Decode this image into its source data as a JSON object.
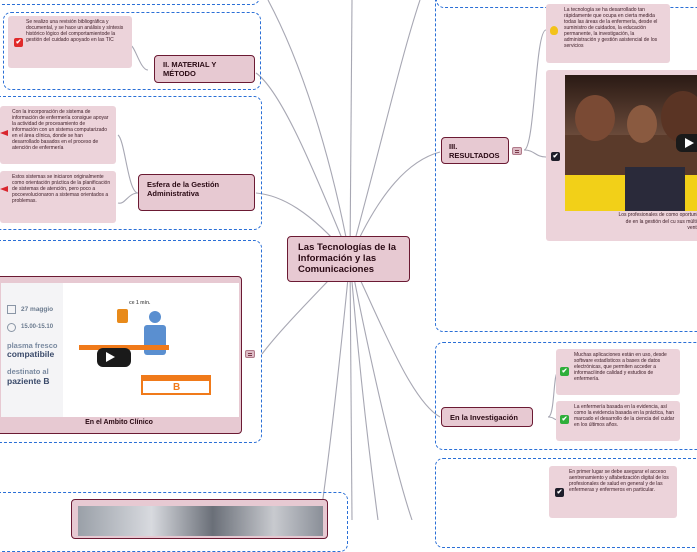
{
  "central": {
    "title": "Las Tecnologías de la Información y las Comunicaciones"
  },
  "material": {
    "title": "II. MATERIAL Y MÉTODO",
    "note": "Se realizo una revisión bibliográfica y documental, y se hace un análisis y síntesis histórico lógico del comportamientode la gestión del cuidado apoyado en las TIC"
  },
  "gestion": {
    "title": "Esfera de la Gestión Administrativa",
    "notes": [
      "Con la incorporación de sistema de información de enfermería consigue apoyar la actividad de procesamiento de información con un sistema computarizado en el área clínica, donde se han desarrollado basados en el proceso de atención de enfermería",
      "Estos sistemas se iniciaron originalmente como orientación práctica de la planificación de sistemas de atención, pero poco a pocoevolucionaron a sistemas orientados a problemas."
    ]
  },
  "clinico": {
    "title": "En el Ambito Clínico",
    "video_texts": [
      "27 maggio",
      "15.00-15.10",
      "plasma fresco",
      "compatibile",
      "destinato al",
      "paziente B",
      "ce 1 min.",
      "B"
    ]
  },
  "resultados": {
    "title": "III. RESULTADOS",
    "note": "La tecnología se ha desarrollado tan rápidamente que ocupa en cierta medida todas las áreas de la enfermería, desde el suministro de cuidados, la educación permanente, la investigación, la administración y gestión asistencial de los servicios",
    "caption": "Los profesionales de como oportunidad de en la gestión del cu sus múltiples ventajas"
  },
  "investigacion": {
    "title": "En la Investigación",
    "notes": [
      "Muchas aplicaciones están en uso, desde software estadísticos a bases de datos electrónicas, que permiten acceder a informacíiinde calidad y estudios de enfermería.",
      "La enfermería basada en la evidencia, así como la evidencia basada en la práctica, han marcado el desarrollo de la ciencia del cuidar en los últimos años."
    ]
  },
  "bottom_right": {
    "note": "En primer lugar se debe asegurar el acceso aentrenamiento y alfabetización digital de los profesionales de salud en general y de las enfermeras y enfermeros en particular."
  },
  "colors": {
    "node_bg": "#e7c9d2",
    "node_border": "#6b1a33",
    "note_bg": "#ecd3da",
    "zone_border": "#2a6fd6",
    "connector": "#a7a7b3"
  },
  "icons": [
    "check-red-icon",
    "flag-red-icon",
    "lightbulb-icon",
    "check-dark-icon",
    "check-green-icon",
    "collapse-icon",
    "play-icon"
  ]
}
